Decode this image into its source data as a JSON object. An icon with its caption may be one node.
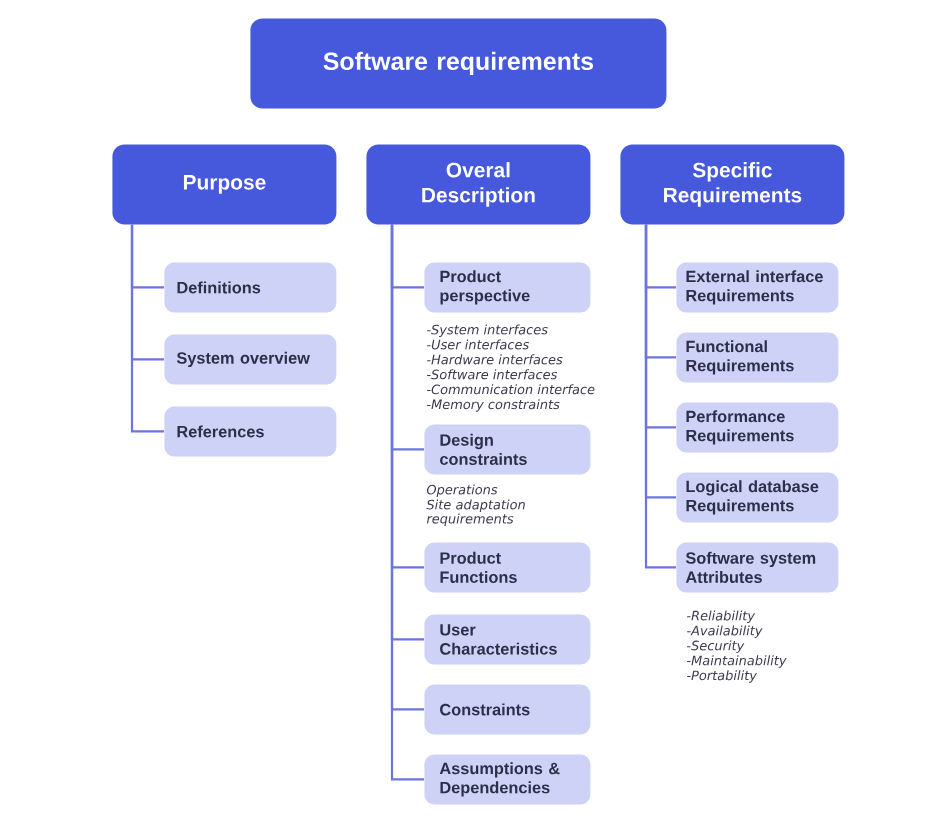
{
  "diagram": {
    "nodes": [
      {
        "text": [
          "Software requirements"
        ]
      },
      {
        "text": [
          "Purpose"
        ]
      },
      {
        "text": [
          "Overal Description"
        ]
      },
      {
        "text": [
          "Specific Requirements"
        ]
      },
      {
        "text": [
          "Definitions"
        ]
      },
      {
        "text": [
          "System overview"
        ]
      },
      {
        "text": [
          "References"
        ]
      },
      {
        "text": [
          "Product perspective"
        ],
        "beside": [
          "-System interfaces",
          "-User interfaces",
          "-Hardware interfaces",
          "-Software interfaces",
          "-Communication interface",
          "-Memory constraints"
        ]
      },
      {
        "text": [
          "Design constraints"
        ],
        "beside": [
          "Operations",
          "Site adaptation requirements"
        ]
      },
      {
        "text": [
          "Product Functions"
        ]
      },
      {
        "text": [
          "User Characteristics"
        ]
      },
      {
        "text": [
          "Constraints"
        ]
      },
      {
        "text": [
          "Assumptions & Dependencies"
        ]
      },
      {
        "text": [
          "External interface Requirements"
        ]
      },
      {
        "text": [
          "Functional Requirements"
        ]
      },
      {
        "text": [
          "Performance Requirements"
        ]
      },
      {
        "text": [
          "Logical database Requirements"
        ]
      },
      {
        "text": [
          "Software system Attributes"
        ],
        "beside": [
          "-Reliability",
          "-Availability",
          "-Security",
          "-Maintainability",
          "-Portability"
        ]
      }
    ],
    "edges": [
      {
        "from": 1,
        "to": 4,
        "arrow": "none"
      },
      {
        "from": 1,
        "to": 5,
        "arrow": "none"
      },
      {
        "from": 1,
        "to": 6,
        "arrow": "none"
      },
      {
        "from": 2,
        "to": 7,
        "arrow": "none"
      },
      {
        "from": 2,
        "to": 8,
        "arrow": "none"
      },
      {
        "from": 2,
        "to": 9,
        "arrow": "none"
      },
      {
        "from": 2,
        "to": 10,
        "arrow": "none"
      },
      {
        "from": 2,
        "to": 11,
        "arrow": "none"
      },
      {
        "from": 2,
        "to": 12,
        "arrow": "none"
      },
      {
        "from": 3,
        "to": 13,
        "arrow": "none"
      },
      {
        "from": 3,
        "to": 14,
        "arrow": "none"
      },
      {
        "from": 3,
        "to": 15,
        "arrow": "none"
      },
      {
        "from": 3,
        "to": 16,
        "arrow": "none"
      },
      {
        "from": 3,
        "to": 17,
        "arrow": "none"
      }
    ]
  }
}
